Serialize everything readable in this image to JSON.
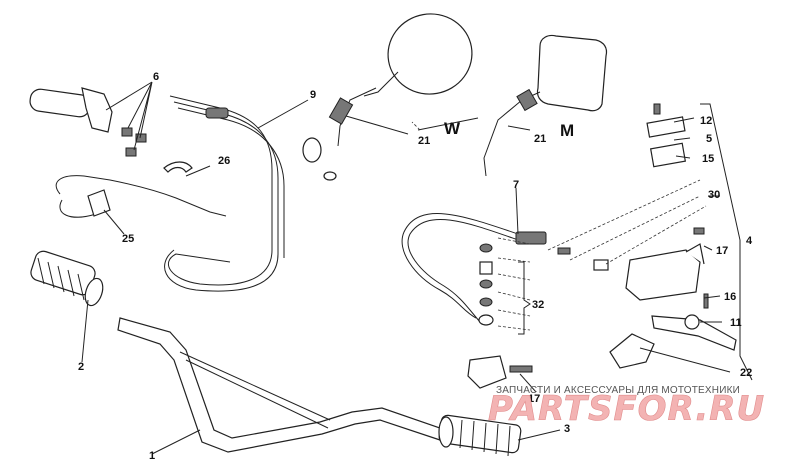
{
  "callouts": [
    {
      "id": "c1",
      "label": "1"
    },
    {
      "id": "c2",
      "label": "2"
    },
    {
      "id": "c3",
      "label": "3"
    },
    {
      "id": "c4",
      "label": "4"
    },
    {
      "id": "c5",
      "label": "5"
    },
    {
      "id": "c6",
      "label": "6"
    },
    {
      "id": "c7",
      "label": "7"
    },
    {
      "id": "c9",
      "label": "9"
    },
    {
      "id": "c11",
      "label": "11"
    },
    {
      "id": "c12",
      "label": "12"
    },
    {
      "id": "c15",
      "label": "15"
    },
    {
      "id": "c16",
      "label": "16"
    },
    {
      "id": "c17a",
      "label": "17"
    },
    {
      "id": "c17b",
      "label": "17"
    },
    {
      "id": "c21a",
      "label": "21"
    },
    {
      "id": "c21b",
      "label": "21"
    },
    {
      "id": "c22",
      "label": "22"
    },
    {
      "id": "c25",
      "label": "25"
    },
    {
      "id": "c26",
      "label": "26"
    },
    {
      "id": "c30",
      "label": "30"
    },
    {
      "id": "c32",
      "label": "32"
    }
  ],
  "variants": {
    "w": "W",
    "m": "M"
  },
  "watermark": {
    "tagline": "ЗАПЧАСТИ И АКСЕССУАРЫ ДЛЯ МОТОТЕХНИКИ",
    "brand": "PARTSFOR.RU"
  }
}
